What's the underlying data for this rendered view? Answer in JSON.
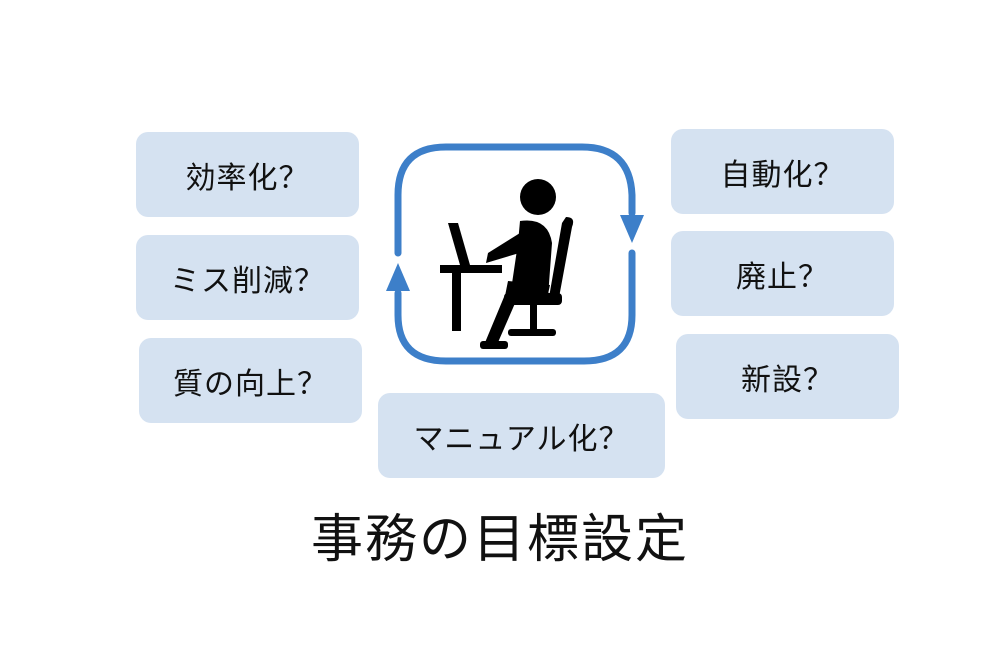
{
  "left_boxes": [
    "効率化？",
    "ミス削減？",
    "質の向上？"
  ],
  "right_boxes": [
    "自動化？",
    "廃止？",
    "新設？"
  ],
  "bottom_box": "マニュアル化？",
  "title": "事務の目標設定",
  "colors": {
    "box_fill": "#d5e2f1",
    "cycle_blue": "#3d7fc9",
    "figure": "#000000",
    "text": "#111111"
  },
  "icons": [
    "cycle-arrows-icon",
    "person-at-desk-icon"
  ]
}
